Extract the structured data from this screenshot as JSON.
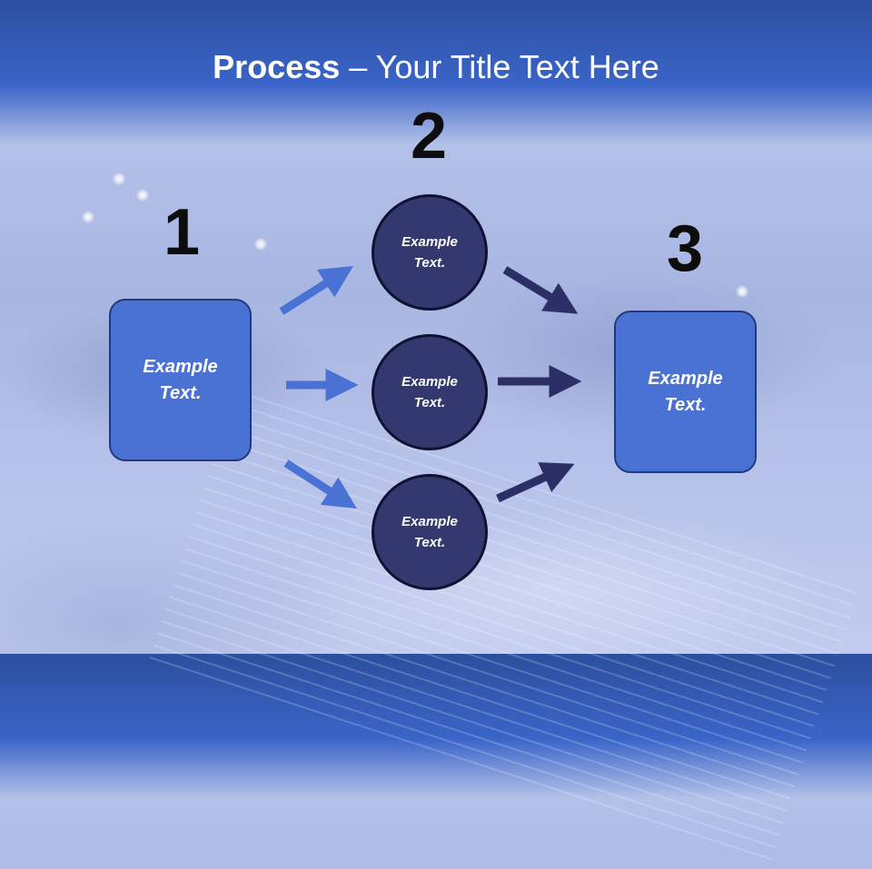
{
  "title": {
    "bold": "Process",
    "rest": " – Your Title Text Here"
  },
  "steps": {
    "one": "1",
    "two": "2",
    "three": "3"
  },
  "left_box": {
    "line1": "Example",
    "line2": "Text."
  },
  "right_box": {
    "line1": "Example",
    "line2": "Text."
  },
  "circles": [
    {
      "line1": "Example",
      "line2": "Text."
    },
    {
      "line1": "Example",
      "line2": "Text."
    },
    {
      "line1": "Example",
      "line2": "Text."
    }
  ],
  "colors": {
    "box_fill": "#4a72d4",
    "circle_fill": "#33386e",
    "arrow_light": "#4a72d4",
    "arrow_dark": "#2b2f66"
  }
}
